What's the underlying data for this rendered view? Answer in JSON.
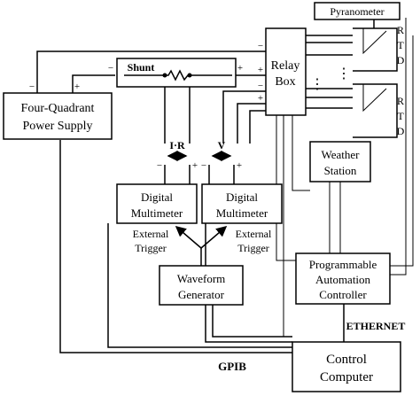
{
  "blocks": {
    "pyranometer": "Pyranometer",
    "shunt": "Shunt",
    "relay_box": [
      "Relay",
      "Box"
    ],
    "power_supply": [
      "Four-Quadrant",
      "Power Supply"
    ],
    "rtd_top": [
      "R",
      "T",
      "D"
    ],
    "rtd_bottom": [
      "R",
      "T",
      "D"
    ],
    "weather_station": [
      "Weather",
      "Station"
    ],
    "dmm_left": [
      "Digital",
      "Multimeter"
    ],
    "dmm_right": [
      "Digital",
      "Multimeter"
    ],
    "waveform_generator": [
      "Waveform",
      "Generator"
    ],
    "pac": [
      "Programmable",
      "Automation",
      "Controller"
    ],
    "control_computer": [
      "Control",
      "Computer"
    ]
  },
  "labels": {
    "ir": "I·R",
    "v": "V",
    "trigger_left": [
      "External",
      "Trigger"
    ],
    "trigger_right": [
      "External",
      "Trigger"
    ],
    "ethernet": "ETHERNET",
    "gpib": "GPIB",
    "ellipsis_vertical": "⋮"
  },
  "polarity": {
    "minus": "−",
    "plus": "+"
  }
}
